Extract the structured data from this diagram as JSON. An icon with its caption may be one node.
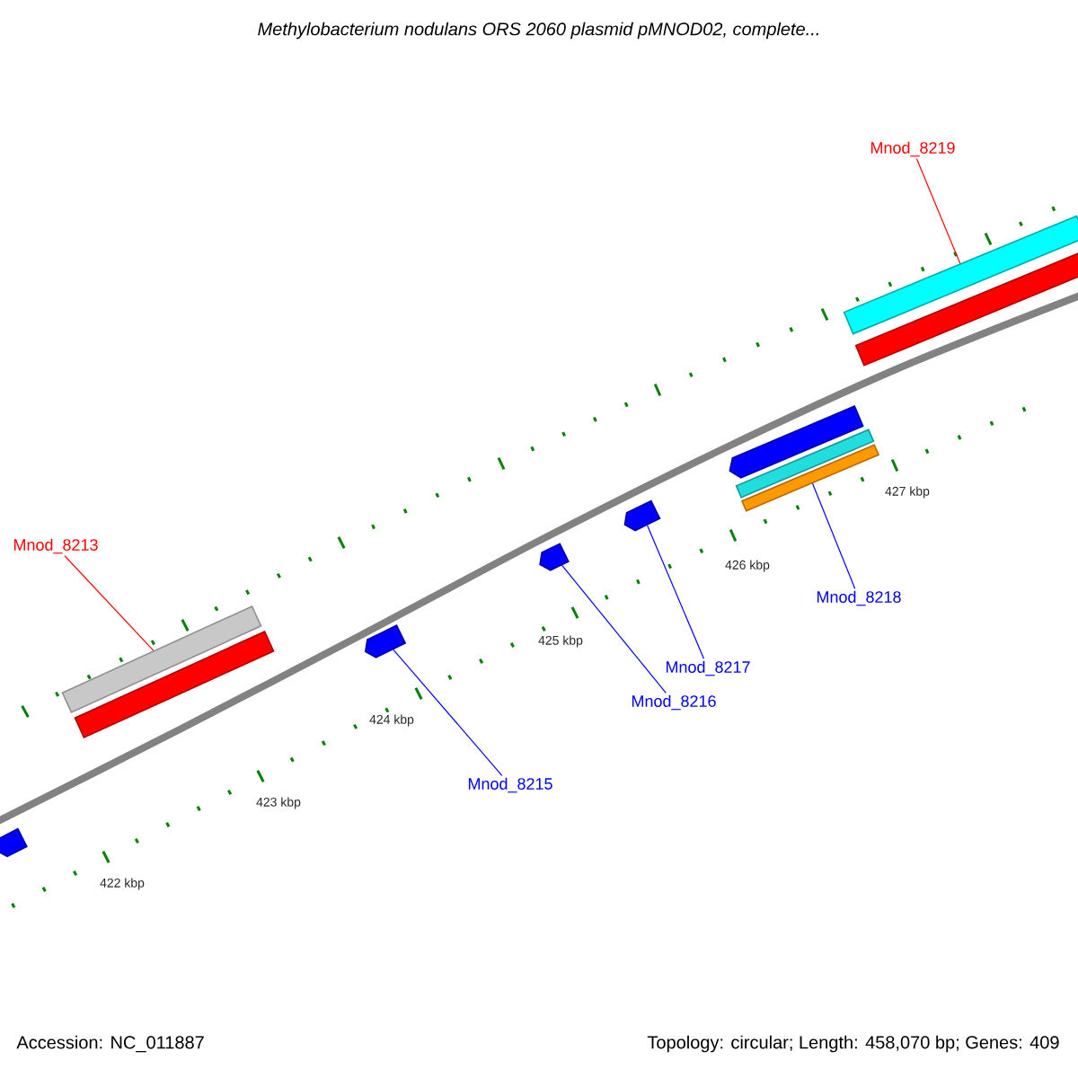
{
  "diagram": {
    "title": "Methylobacterium nodulans ORS 2060 plasmid pMNOD02, complete...",
    "nodes": [
      {
        "text": [
          "Mnod_8219"
        ]
      },
      {
        "text": [
          "Mnod_8213"
        ]
      },
      {
        "text": [
          "Mnod_8218"
        ]
      },
      {
        "text": [
          "Mnod_8217"
        ]
      },
      {
        "text": [
          "Mnod_8216"
        ]
      },
      {
        "text": [
          "Mnod_8215"
        ]
      },
      {
        "text": [],
        "shape": "pentagon"
      },
      {
        "text": [],
        "shape": "bar"
      },
      {
        "text": [],
        "shape": "bar"
      },
      {
        "text": [],
        "shape": "pentagon"
      },
      {
        "text": [],
        "shape": "pentagon"
      },
      {
        "text": [],
        "shape": "pentagon"
      },
      {
        "text": [],
        "shape": "pentagon"
      },
      {
        "text": [],
        "shape": "bar"
      },
      {
        "text": [],
        "shape": "bar"
      },
      {
        "text": [],
        "shape": "bar"
      },
      {
        "text": [],
        "shape": "bar"
      }
    ],
    "edges": [
      {
        "from": 0,
        "to": 15,
        "arrow": "none",
        "color": "#ff0000"
      },
      {
        "from": 1,
        "to": 7,
        "arrow": "none",
        "color": "#ff0000"
      },
      {
        "from": 2,
        "to": 14,
        "arrow": "none"
      },
      {
        "from": 3,
        "to": 11,
        "arrow": "none"
      },
      {
        "from": 4,
        "to": 10,
        "arrow": "none"
      },
      {
        "from": 5,
        "to": 9,
        "arrow": "none"
      }
    ],
    "labels": [
      "427 kbp",
      "426 kbp",
      "425 kbp",
      "424 kbp",
      "423 kbp",
      "422 kbp",
      "Accession: NC_011887",
      "Topology: circular; Length: 458,070 bp; Genes: 409"
    ]
  }
}
